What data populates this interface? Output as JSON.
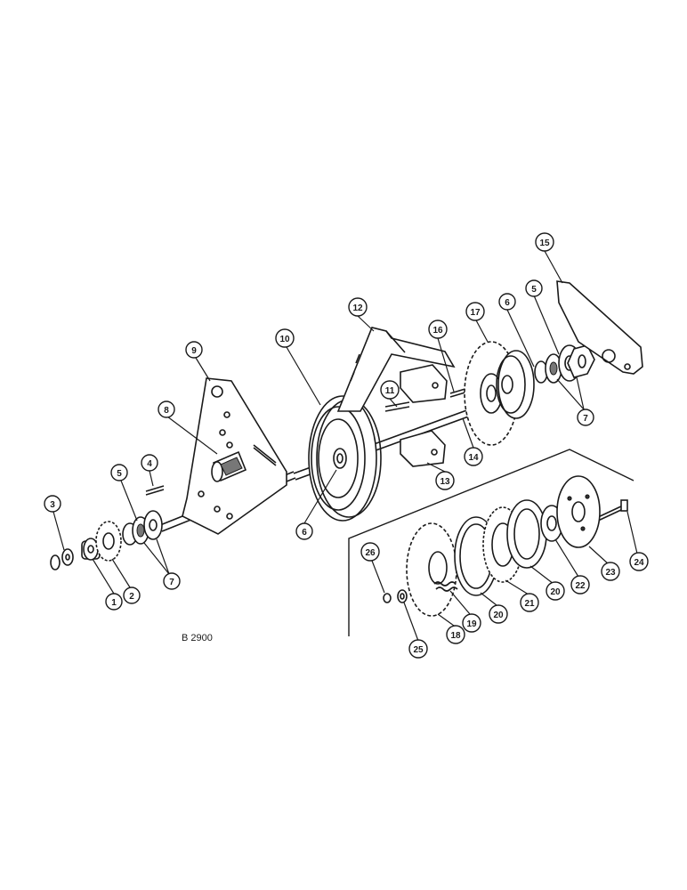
{
  "reference_number": "B 2900",
  "callouts": [
    {
      "id": "c1",
      "label": "1"
    },
    {
      "id": "c2",
      "label": "2"
    },
    {
      "id": "c3",
      "label": "3"
    },
    {
      "id": "c4",
      "label": "4"
    },
    {
      "id": "c5a",
      "label": "5"
    },
    {
      "id": "c5b",
      "label": "5"
    },
    {
      "id": "c6a",
      "label": "6"
    },
    {
      "id": "c6b",
      "label": "6"
    },
    {
      "id": "c7a",
      "label": "7"
    },
    {
      "id": "c7b",
      "label": "7"
    },
    {
      "id": "c8",
      "label": "8"
    },
    {
      "id": "c9",
      "label": "9"
    },
    {
      "id": "c10",
      "label": "10"
    },
    {
      "id": "c11",
      "label": "11"
    },
    {
      "id": "c12",
      "label": "12"
    },
    {
      "id": "c13",
      "label": "13"
    },
    {
      "id": "c14",
      "label": "14"
    },
    {
      "id": "c15",
      "label": "15"
    },
    {
      "id": "c16",
      "label": "16"
    },
    {
      "id": "c17",
      "label": "17"
    },
    {
      "id": "c18",
      "label": "18"
    },
    {
      "id": "c19",
      "label": "19"
    },
    {
      "id": "c20a",
      "label": "20"
    },
    {
      "id": "c20b",
      "label": "20"
    },
    {
      "id": "c21",
      "label": "21"
    },
    {
      "id": "c22",
      "label": "22"
    },
    {
      "id": "c23",
      "label": "23"
    },
    {
      "id": "c24",
      "label": "24"
    },
    {
      "id": "c25",
      "label": "25"
    },
    {
      "id": "c26",
      "label": "26"
    }
  ]
}
